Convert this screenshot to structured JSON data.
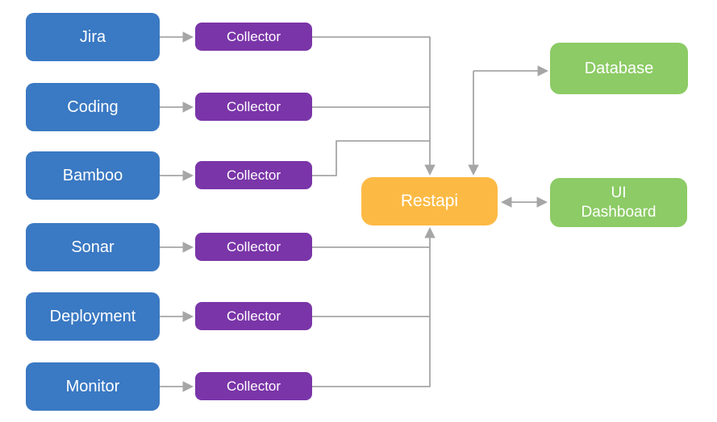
{
  "colors": {
    "source_blue": "#3a79c3",
    "collector_purple": "#7a35a8",
    "restapi_orange": "#fcba45",
    "output_green": "#8ccb65",
    "connector_gray": "#a6a6a6",
    "text_white": "#ffffff",
    "background": "#ffffff"
  },
  "rows": [
    {
      "source": "Jira",
      "collector": "Collector"
    },
    {
      "source": "Coding",
      "collector": "Collector"
    },
    {
      "source": "Bamboo",
      "collector": "Collector"
    },
    {
      "source": "Sonar",
      "collector": "Collector"
    },
    {
      "source": "Deployment",
      "collector": "Collector"
    },
    {
      "source": "Monitor",
      "collector": "Collector"
    }
  ],
  "restapi": {
    "label": "Restapi"
  },
  "database": {
    "label": "Database"
  },
  "ui_dashboard": {
    "line1": "UI",
    "line2": "Dashboard"
  }
}
